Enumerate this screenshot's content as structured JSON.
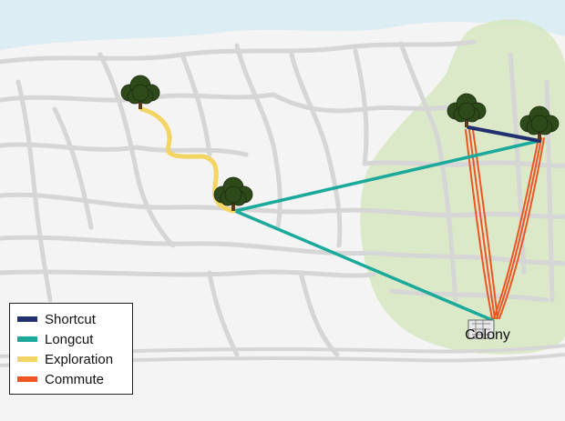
{
  "colors": {
    "water": "#dcedf3",
    "land": "#f4f4f4",
    "road": "#d6d6d6",
    "territory": "#d6e6c0",
    "tree_canopy": "#2f4a1a",
    "tree_trunk": "#5a3a1a"
  },
  "legend": {
    "items": [
      {
        "label": "Shortcut",
        "color": "#23306f"
      },
      {
        "label": "Longcut",
        "color": "#1aa99a"
      },
      {
        "label": "Exploration",
        "color": "#f3d564"
      },
      {
        "label": "Commute",
        "color": "#ee5522"
      }
    ]
  },
  "colony": {
    "label": "Colony"
  }
}
